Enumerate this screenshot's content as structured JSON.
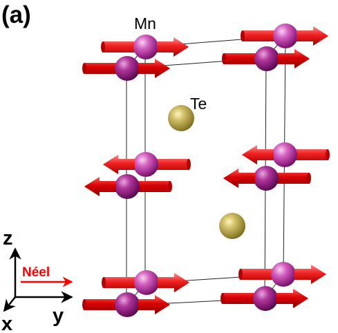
{
  "panel_label": "(a)",
  "atom_labels": {
    "mn": "Mn",
    "te": "Te"
  },
  "axes": {
    "z": "z",
    "x": "x",
    "y": "y",
    "neel": "Néel"
  },
  "colors": {
    "mn_atom": "#b0359a",
    "te_atom": "#b8a64a",
    "spin_arrow": "#e00000",
    "neel_vector": "#ff0000",
    "cell_edge": "#222222"
  },
  "mn_spins": [
    {
      "site": "back-top-left",
      "direction": "+x"
    },
    {
      "site": "front-top-left",
      "direction": "+x"
    },
    {
      "site": "back-top-right",
      "direction": "+x"
    },
    {
      "site": "front-top-right",
      "direction": "+x"
    },
    {
      "site": "back-mid-left",
      "direction": "-x"
    },
    {
      "site": "front-mid-left",
      "direction": "-x"
    },
    {
      "site": "back-mid-right",
      "direction": "-x"
    },
    {
      "site": "front-mid-right",
      "direction": "-x"
    },
    {
      "site": "back-bottom-left",
      "direction": "+x"
    },
    {
      "site": "front-bottom-left",
      "direction": "+x"
    },
    {
      "site": "back-bottom-right",
      "direction": "+x"
    },
    {
      "site": "front-bottom-right",
      "direction": "+x"
    }
  ]
}
